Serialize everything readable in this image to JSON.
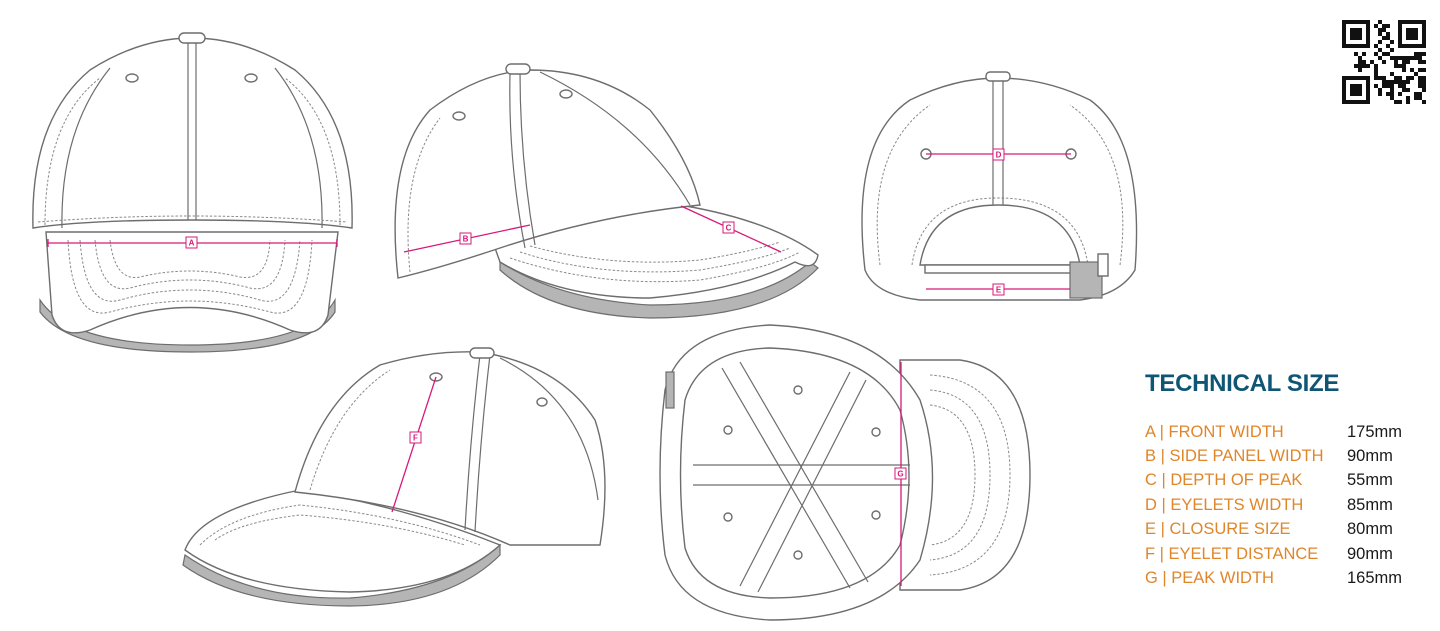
{
  "qr_code": {
    "icon": "qr-code-icon"
  },
  "dimension_labels": {
    "a": "A",
    "b": "B",
    "c": "C",
    "d": "D",
    "e": "E",
    "f": "F",
    "g": "G"
  },
  "technical_size": {
    "title": "TECHNICAL SIZE",
    "rows": [
      {
        "label": "A | FRONT WIDTH",
        "value": "175mm"
      },
      {
        "label": "B | SIDE PANEL WIDTH",
        "value": "90mm"
      },
      {
        "label": "C | DEPTH OF PEAK",
        "value": "55mm"
      },
      {
        "label": "D | EYELETS WIDTH",
        "value": "85mm"
      },
      {
        "label": "E | CLOSURE SIZE",
        "value": "80mm"
      },
      {
        "label": "F | EYELET DISTANCE",
        "value": "90mm"
      },
      {
        "label": "G | PEAK WIDTH",
        "value": "165mm"
      }
    ]
  },
  "colors": {
    "title": "#0f5675",
    "label": "#e0862a",
    "dimension": "#d6197a",
    "outline": "#6d6d6d"
  }
}
